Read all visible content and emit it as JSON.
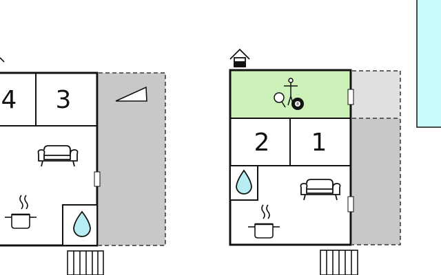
{
  "floorplan": {
    "left_building": {
      "rooms": [
        {
          "label": "4"
        },
        {
          "label": "3"
        }
      ],
      "icons": [
        "sofa-icon",
        "cooking-pot-icon",
        "water-drop-icon",
        "roof-arrow-icon",
        "triangle-marker-icon"
      ]
    },
    "right_building": {
      "rooms": [
        {
          "label": "2"
        },
        {
          "label": "1"
        }
      ],
      "game_room_icons": [
        "table-tennis-icon",
        "billiard-8-ball-icon"
      ],
      "icons": [
        "house-symbol-icon",
        "water-drop-icon",
        "sofa-icon",
        "cooking-pot-icon"
      ]
    },
    "colors": {
      "wall": "#111111",
      "terrace": "#c8c8c8",
      "terrace_light": "#e0e0e0",
      "game_room": "#cdf1b9",
      "pool": "#c9fbfb",
      "water": "#b8ecf3"
    }
  }
}
